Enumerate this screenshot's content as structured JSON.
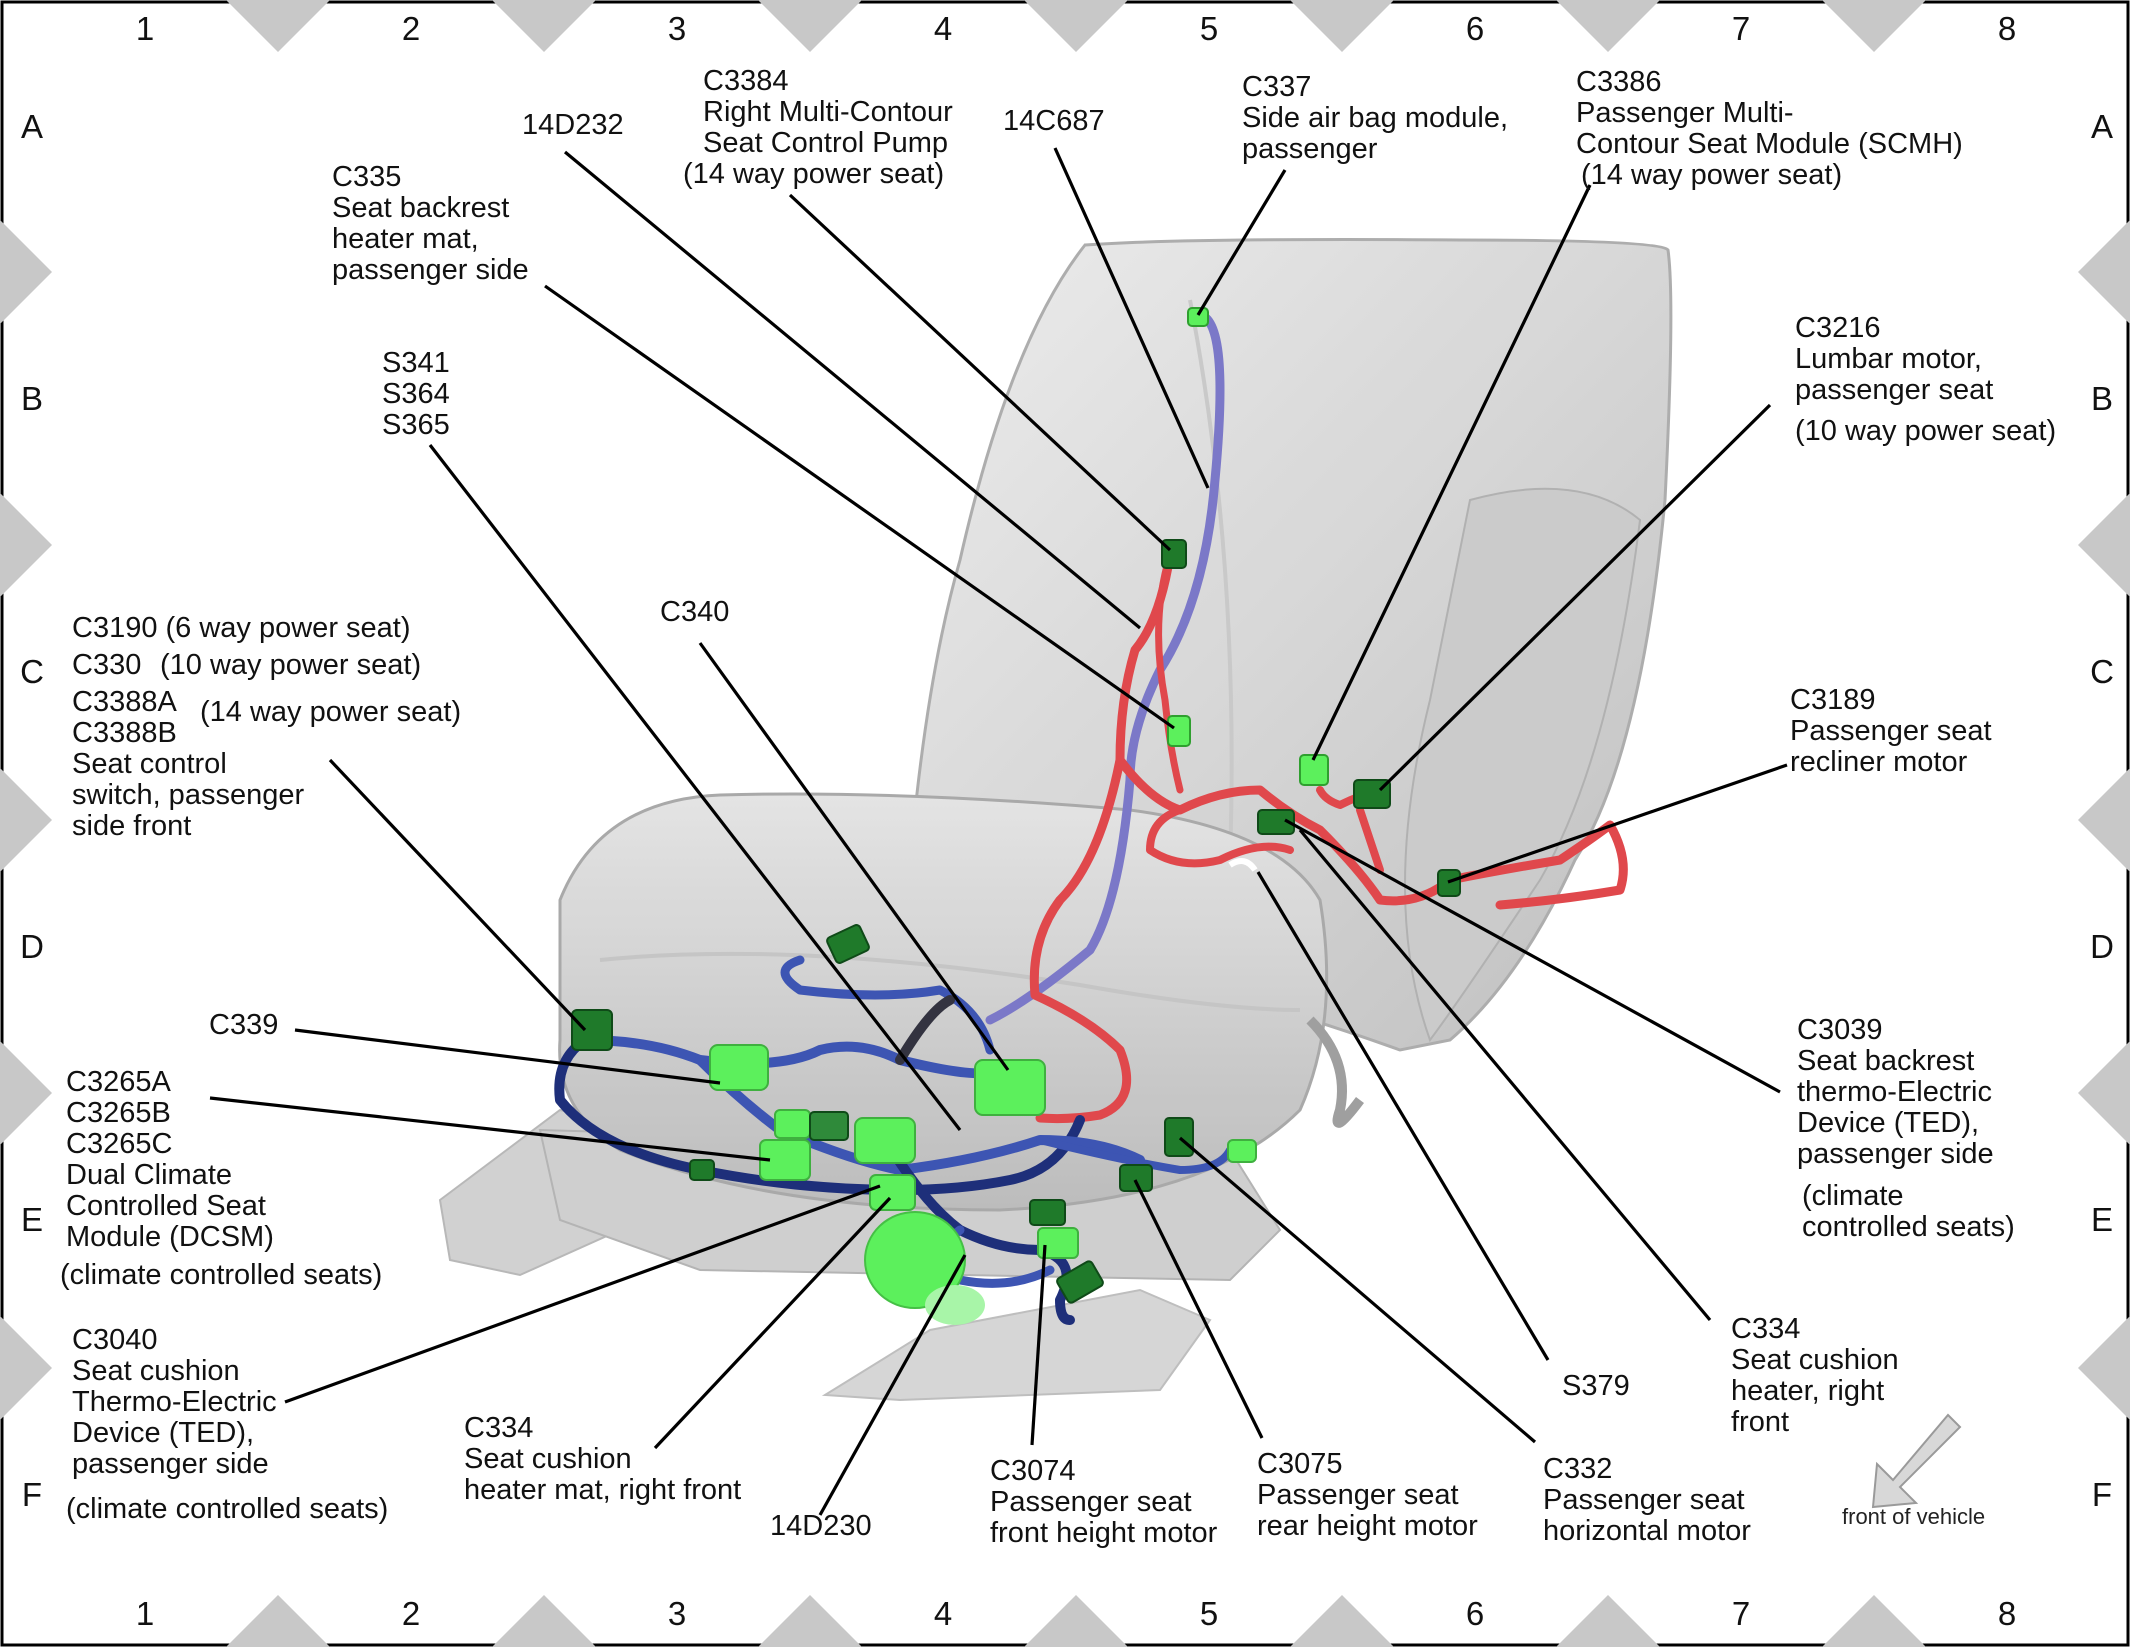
{
  "grid": {
    "columns": [
      "1",
      "2",
      "3",
      "4",
      "5",
      "6",
      "7",
      "8"
    ],
    "rows": [
      "A",
      "B",
      "C",
      "D",
      "E",
      "F"
    ]
  },
  "colors": {
    "border": "#000000",
    "diamond": "#c8c8c8",
    "seat": "#d3d3d3",
    "harness_red": "#e0484c",
    "harness_blue": "#3d55b3",
    "harness_purple": "#7b78c8",
    "connector_light": "#5cf05c",
    "connector_dark": "#1f7a2a"
  },
  "labels": [
    {
      "id": "c3384",
      "lines": [
        "C3384",
        "Right Multi-Contour",
        "Seat Control Pump",
        "(14 way power seat)"
      ]
    },
    {
      "id": "14d232",
      "lines": [
        "14D232"
      ]
    },
    {
      "id": "14c687",
      "lines": [
        "14C687"
      ]
    },
    {
      "id": "c337",
      "lines": [
        "C337",
        "Side air bag module,",
        "passenger"
      ]
    },
    {
      "id": "c3386",
      "lines": [
        "C3386",
        "Passenger Multi-",
        "Contour Seat Module (SCMH)",
        "(14 way power seat)"
      ]
    },
    {
      "id": "c335",
      "lines": [
        "C335",
        "Seat backrest",
        "heater mat,",
        "passenger side"
      ]
    },
    {
      "id": "s341",
      "lines": [
        "S341",
        "S364",
        "S365"
      ]
    },
    {
      "id": "c3216",
      "lines": [
        "C3216",
        "Lumbar motor,",
        "passenger seat",
        "(10 way power seat)"
      ]
    },
    {
      "id": "c340",
      "lines": [
        "C340"
      ]
    },
    {
      "id": "c3190",
      "lines": [
        "C3190 (6 way power seat)",
        "C330",
        "C3388A",
        "C3388B",
        "Seat control",
        "switch, passenger",
        "side front"
      ]
    },
    {
      "id": "c3190_note1",
      "lines": [
        "(10 way power seat)"
      ]
    },
    {
      "id": "c3190_note2",
      "lines": [
        "(14 way power seat)"
      ]
    },
    {
      "id": "c3189",
      "lines": [
        "C3189",
        "Passenger seat",
        "recliner motor"
      ]
    },
    {
      "id": "c339",
      "lines": [
        "C339"
      ]
    },
    {
      "id": "c3039",
      "lines": [
        "C3039",
        "Seat backrest",
        "thermo-Electric",
        "Device (TED),",
        "passenger side",
        "(climate",
        "controlled seats)"
      ]
    },
    {
      "id": "c3265",
      "lines": [
        "C3265A",
        "C3265B",
        "C3265C",
        "Dual Climate",
        "Controlled Seat",
        "Module (DCSM)",
        "(climate controlled seats)"
      ]
    },
    {
      "id": "c3040",
      "lines": [
        "C3040",
        "Seat cushion",
        "Thermo-Electric",
        "Device (TED),",
        "passenger side",
        "(climate controlled seats)"
      ]
    },
    {
      "id": "c334_right",
      "lines": [
        "C334",
        "Seat cushion",
        "heater, right",
        "front"
      ]
    },
    {
      "id": "s379",
      "lines": [
        "S379"
      ]
    },
    {
      "id": "c334_mat",
      "lines": [
        "C334",
        "Seat cushion",
        "heater mat, right front"
      ]
    },
    {
      "id": "14d230",
      "lines": [
        "14D230"
      ]
    },
    {
      "id": "c3074",
      "lines": [
        "C3074",
        "Passenger seat",
        "front height motor"
      ]
    },
    {
      "id": "c3075",
      "lines": [
        "C3075",
        "Passenger seat",
        "rear height motor"
      ]
    },
    {
      "id": "c332",
      "lines": [
        "C332",
        "Passenger seat",
        "horizontal motor"
      ]
    }
  ],
  "front_of_vehicle": "front of vehicle"
}
